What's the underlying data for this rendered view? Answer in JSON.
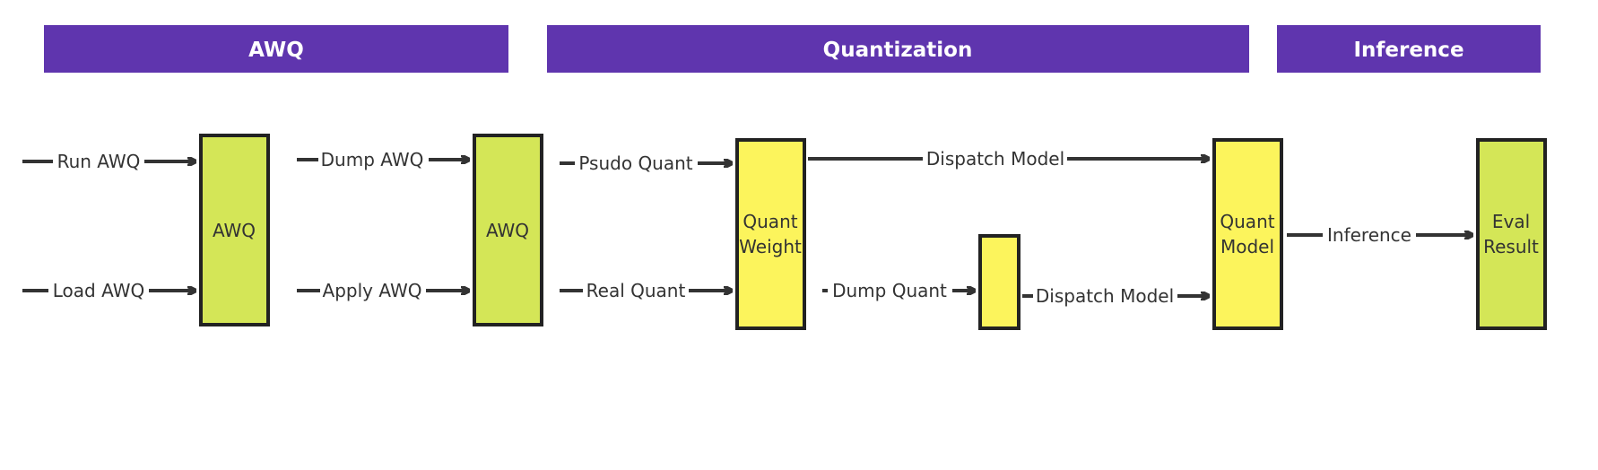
{
  "colors": {
    "header_bg": "#5f35ae",
    "header_text": "#ffffff",
    "node_green": "#d4e657",
    "node_yellow": "#fcf45c",
    "stroke": "#222222",
    "line": "#333333",
    "text": "#333333"
  },
  "headers": [
    {
      "label": "AWQ"
    },
    {
      "label": "Quantization"
    },
    {
      "label": "Inference"
    }
  ],
  "nodes": {
    "awq_1": [
      "AWQ"
    ],
    "awq_2": [
      "AWQ"
    ],
    "quant_weight": [
      "Quant",
      "Weight"
    ],
    "dump_quant_box": [],
    "quant_model": [
      "Quant",
      "Model"
    ],
    "eval_result": [
      "Eval",
      "Result"
    ]
  },
  "edges": {
    "run_awq": "Run AWQ",
    "load_awq": "Load AWQ",
    "dump_awq": "Dump AWQ",
    "apply_awq": "Apply AWQ",
    "psudo_quant": "Psudo Quant",
    "real_quant": "Real Quant",
    "dispatch_model_top": "Dispatch Model",
    "dump_quant": "Dump Quant",
    "dispatch_model_bottom": "Dispatch Model",
    "inference": "Inference"
  }
}
